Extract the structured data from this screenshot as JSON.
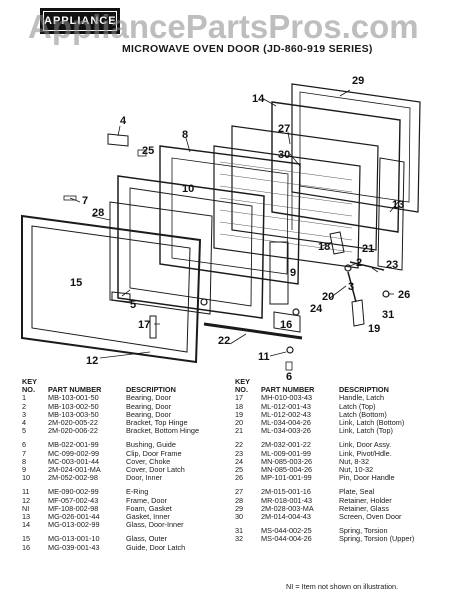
{
  "header": {
    "box_label": "APPLIANCE",
    "watermark": "AppliancePartsPros.com",
    "title": "MICROWAVE OVEN DOOR (JD-860-919 SERIES)"
  },
  "callouts": [
    "29",
    "14",
    "4",
    "25",
    "8",
    "27",
    "30",
    "13",
    "10",
    "7",
    "28",
    "18",
    "21",
    "2",
    "23",
    "3",
    "26",
    "20",
    "15",
    "5",
    "9",
    "24",
    "6",
    "31",
    "19",
    "17",
    "22",
    "11",
    "16",
    "12"
  ],
  "parts_left": {
    "headers": {
      "key_line1": "KEY",
      "key_line2": "NO.",
      "part_number": "PART NUMBER",
      "description": "DESCRIPTION"
    },
    "rows": [
      {
        "key": "1",
        "pn": "MB-103-001-50",
        "desc": "Bearing, Door"
      },
      {
        "key": "2",
        "pn": "MB-103-002-50",
        "desc": "Bearing, Door"
      },
      {
        "key": "3",
        "pn": "MB-103-003-50",
        "desc": "Bearing, Door"
      },
      {
        "key": "4",
        "pn": "2M-020-005-22",
        "desc": "Bracket, Top Hinge"
      },
      {
        "key": "5",
        "pn": "2M-020-006-22",
        "desc": "Bracket, Bottom Hinge"
      },
      {
        "key": "",
        "pn": "",
        "desc": ""
      },
      {
        "key": "6",
        "pn": "MB-022-001-99",
        "desc": "Bushing, Guide"
      },
      {
        "key": "7",
        "pn": "MC-099-002-99",
        "desc": "Clip, Door Frame"
      },
      {
        "key": "8",
        "pn": "MC-003-001-44",
        "desc": "Cover, Choke"
      },
      {
        "key": "9",
        "pn": "2M-024-001-MA",
        "desc": "Cover, Door Latch"
      },
      {
        "key": "10",
        "pn": "2M-052-002-98",
        "desc": "Door, Inner"
      },
      {
        "key": "",
        "pn": "",
        "desc": ""
      },
      {
        "key": "11",
        "pn": "ME-090-002-99",
        "desc": "E-Ring"
      },
      {
        "key": "12",
        "pn": "MF-057-002-43",
        "desc": "Frame, Door"
      },
      {
        "key": "NI",
        "pn": "MF-108-002-98",
        "desc": "Foam, Gasket"
      },
      {
        "key": "13",
        "pn": "MG-026-001-44",
        "desc": "Gasket, Inner"
      },
      {
        "key": "14",
        "pn": "MG-013-002-99",
        "desc": "Glass, Door-Inner"
      },
      {
        "key": "",
        "pn": "",
        "desc": ""
      },
      {
        "key": "15",
        "pn": "MG-013-001-10",
        "desc": "Glass, Outer"
      },
      {
        "key": "16",
        "pn": "MG-039-001-43",
        "desc": "Guide, Door Latch"
      }
    ]
  },
  "parts_right": {
    "headers": {
      "key_line1": "KEY",
      "key_line2": "NO.",
      "part_number": "PART NUMBER",
      "description": "DESCRIPTION"
    },
    "rows": [
      {
        "key": "17",
        "pn": "MH-010-003-43",
        "desc": "Handle, Latch"
      },
      {
        "key": "18",
        "pn": "ML-012-001-43",
        "desc": "Latch (Top)"
      },
      {
        "key": "19",
        "pn": "ML-012-002-43",
        "desc": "Latch (Bottom)"
      },
      {
        "key": "20",
        "pn": "ML-034-004-26",
        "desc": "Link, Latch (Bottom)"
      },
      {
        "key": "21",
        "pn": "ML-034-003-26",
        "desc": "Link, Latch (Top)"
      },
      {
        "key": "",
        "pn": "",
        "desc": ""
      },
      {
        "key": "22",
        "pn": "2M-032-001-22",
        "desc": "Link, Door Assy."
      },
      {
        "key": "23",
        "pn": "ML-009-001-99",
        "desc": "Link, Pivot/Hdle."
      },
      {
        "key": "24",
        "pn": "MN-085-003-26",
        "desc": "Nut, 8-32"
      },
      {
        "key": "25",
        "pn": "MN-085-004-26",
        "desc": "Nut, 10-32"
      },
      {
        "key": "26",
        "pn": "MP-101-001-99",
        "desc": "Pin, Door Handle"
      },
      {
        "key": "",
        "pn": "",
        "desc": ""
      },
      {
        "key": "27",
        "pn": "2M-015-001-16",
        "desc": "Plate, Seal"
      },
      {
        "key": "28",
        "pn": "MR-018-001-43",
        "desc": "Retainer, Holder"
      },
      {
        "key": "29",
        "pn": "2M-028-003-MA",
        "desc": "Retainer, Glass"
      },
      {
        "key": "30",
        "pn": "2M-014-004-43",
        "desc": "Screen, Oven Door"
      },
      {
        "key": "",
        "pn": "",
        "desc": ""
      },
      {
        "key": "31",
        "pn": "MS-044-002-25",
        "desc": "Spring, Torsion"
      },
      {
        "key": "32",
        "pn": "MS-044-004-26",
        "desc": "Spring, Torsion (Upper)"
      }
    ]
  },
  "footnote": "NI = Item not shown on illustration."
}
